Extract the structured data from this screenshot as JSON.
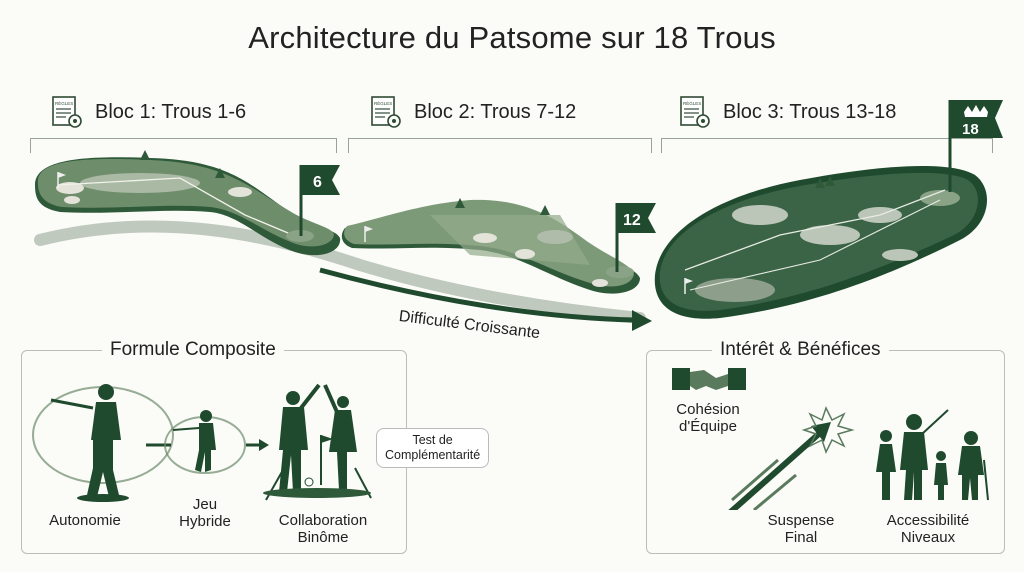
{
  "title": "Architecture du Patsome sur 18 Trous",
  "blocs": [
    {
      "label": "Bloc 1: Trous 1-6",
      "icon_text": "RÈGLES"
    },
    {
      "label": "Bloc 2: Trous 7-12",
      "icon_text": "RÈGLES"
    },
    {
      "label": "Bloc 3: Trous 13-18",
      "icon_text": "RÈGLES"
    }
  ],
  "flags": {
    "f6": "6",
    "f12": "12",
    "f18": "18"
  },
  "difficulty_label": "Difficulté Croissante",
  "formule": {
    "title": "Formule Composite",
    "autonomie": "Autonomie",
    "jeu_hybride": [
      "Jeu",
      "Hybride"
    ],
    "collaboration": [
      "Collaboration",
      "Binôme"
    ],
    "bubble": [
      "Test de",
      "Complémentarité"
    ]
  },
  "interet": {
    "title": "Intérêt & Bénéfices",
    "cohesion": [
      "Cohésion",
      "d'Équipe"
    ],
    "suspense": [
      "Suspense",
      "Final"
    ],
    "accessibilite": [
      "Accessibilité",
      "Niveaux"
    ]
  },
  "colors": {
    "dark_green": "#1f4a2e",
    "mid_green": "#4f6f52",
    "light_green": "#6b8a6b",
    "sand": "#dcdcd2"
  },
  "icons": [
    "rules-document-icon",
    "golf-flag-icon",
    "crown-icon",
    "handshake-icon",
    "rising-arrow-icon",
    "golfer-icon",
    "family-icon"
  ]
}
